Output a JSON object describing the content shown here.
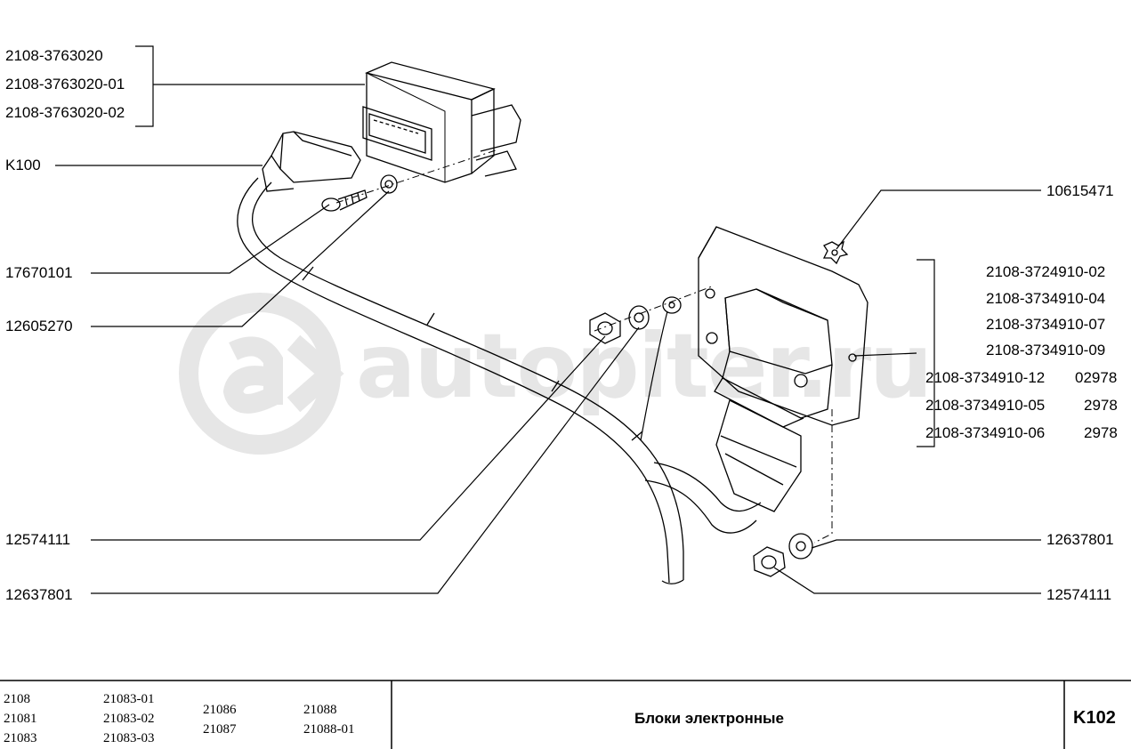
{
  "watermark": {
    "text": "autopiter.ru"
  },
  "labels": {
    "relay_block": [
      "2108-3763020",
      "2108-3763020-01",
      "2108-3763020-02"
    ],
    "k100": "K100",
    "screw": "17670101",
    "washer_left": "12605270",
    "nut_left": "12574111",
    "washer_bottom_left": "12637801",
    "star_washer": "10615471",
    "switch_parts": [
      "2108-3724910-02",
      "2108-3734910-04",
      "2108-3734910-07",
      "2108-3734910-09",
      "2108-3734910-12",
      "2108-3734910-05",
      "2108-3734910-06"
    ],
    "switch_suffix": [
      "",
      "",
      "",
      "",
      "02978",
      "2978",
      "2978"
    ],
    "washer_right": "12637801",
    "nut_right": "12574111"
  },
  "title_block": {
    "models_col1": [
      "2108",
      "21081",
      "21083"
    ],
    "models_col2": [
      "21083-01",
      "21083-02",
      "21083-03"
    ],
    "models_col3": [
      "21086",
      "21087"
    ],
    "models_col4": [
      "21088",
      "21088-01"
    ],
    "title": "Блоки электронные",
    "code": "K102"
  }
}
